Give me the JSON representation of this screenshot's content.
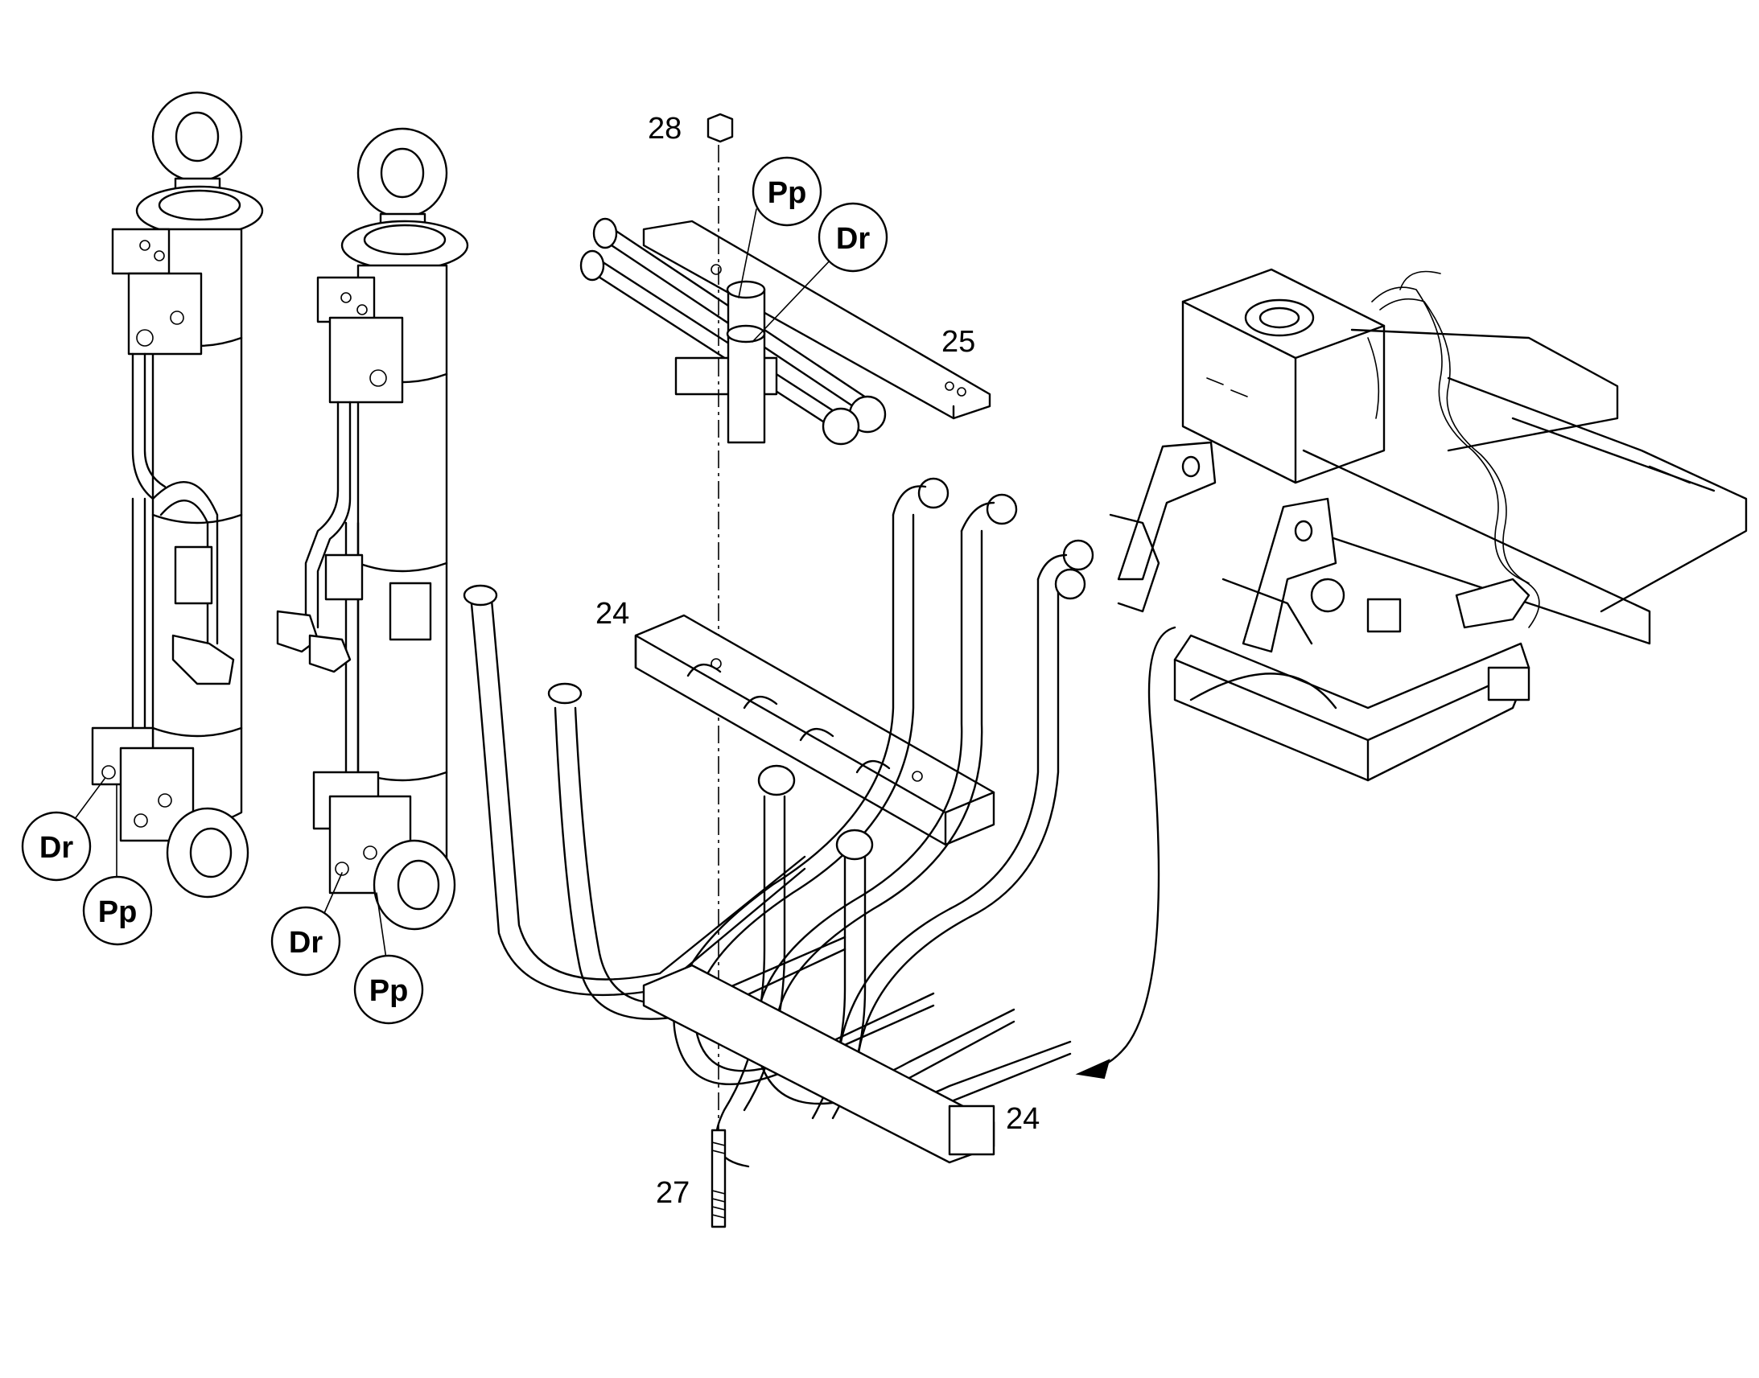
{
  "callouts": {
    "c28": "28",
    "c25": "25",
    "c24_top": "24",
    "c24_bottom": "24",
    "c27": "27"
  },
  "port_labels": {
    "pp_top": "Pp",
    "dr_top": "Dr",
    "dr_left_1": "Dr",
    "pp_left_1": "Pp",
    "dr_left_2": "Dr",
    "pp_left_2": "Pp"
  }
}
